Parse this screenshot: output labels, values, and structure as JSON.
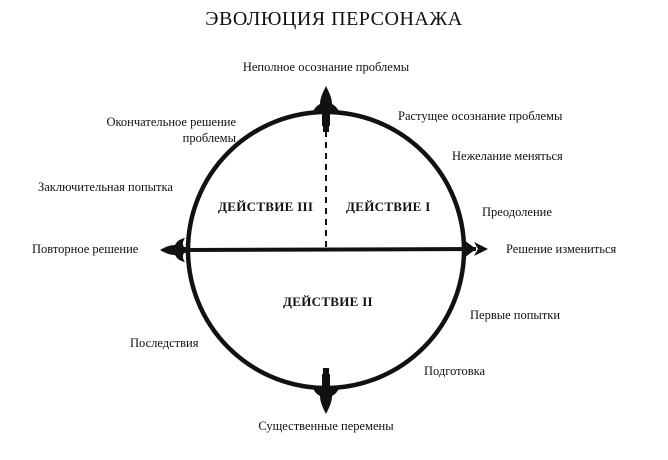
{
  "title": "ЭВОЛЮЦИЯ ПЕРСОНАЖА",
  "acts": {
    "act1": "ДЕЙСТВИЕ I",
    "act2": "ДЕЙСТВИЕ II",
    "act3": "ДЕЙСТВИЕ III"
  },
  "stages": {
    "top": "Неполное осознание проблемы",
    "growing_awareness": "Растущее осознание проблемы",
    "reluctance": "Нежелание меняться",
    "overcoming": "Преодоление",
    "decision": "Решение измениться",
    "first_attempts": "Первые попытки",
    "preparation": "Подготовка",
    "bottom": "Существенные перемены",
    "consequences": "Последствия",
    "repeat_decision": "Повторное решение",
    "final_attempt": "Заключительная попытка",
    "final_solution_line1": "Окончательное решение",
    "final_solution_line2": "проблемы"
  }
}
